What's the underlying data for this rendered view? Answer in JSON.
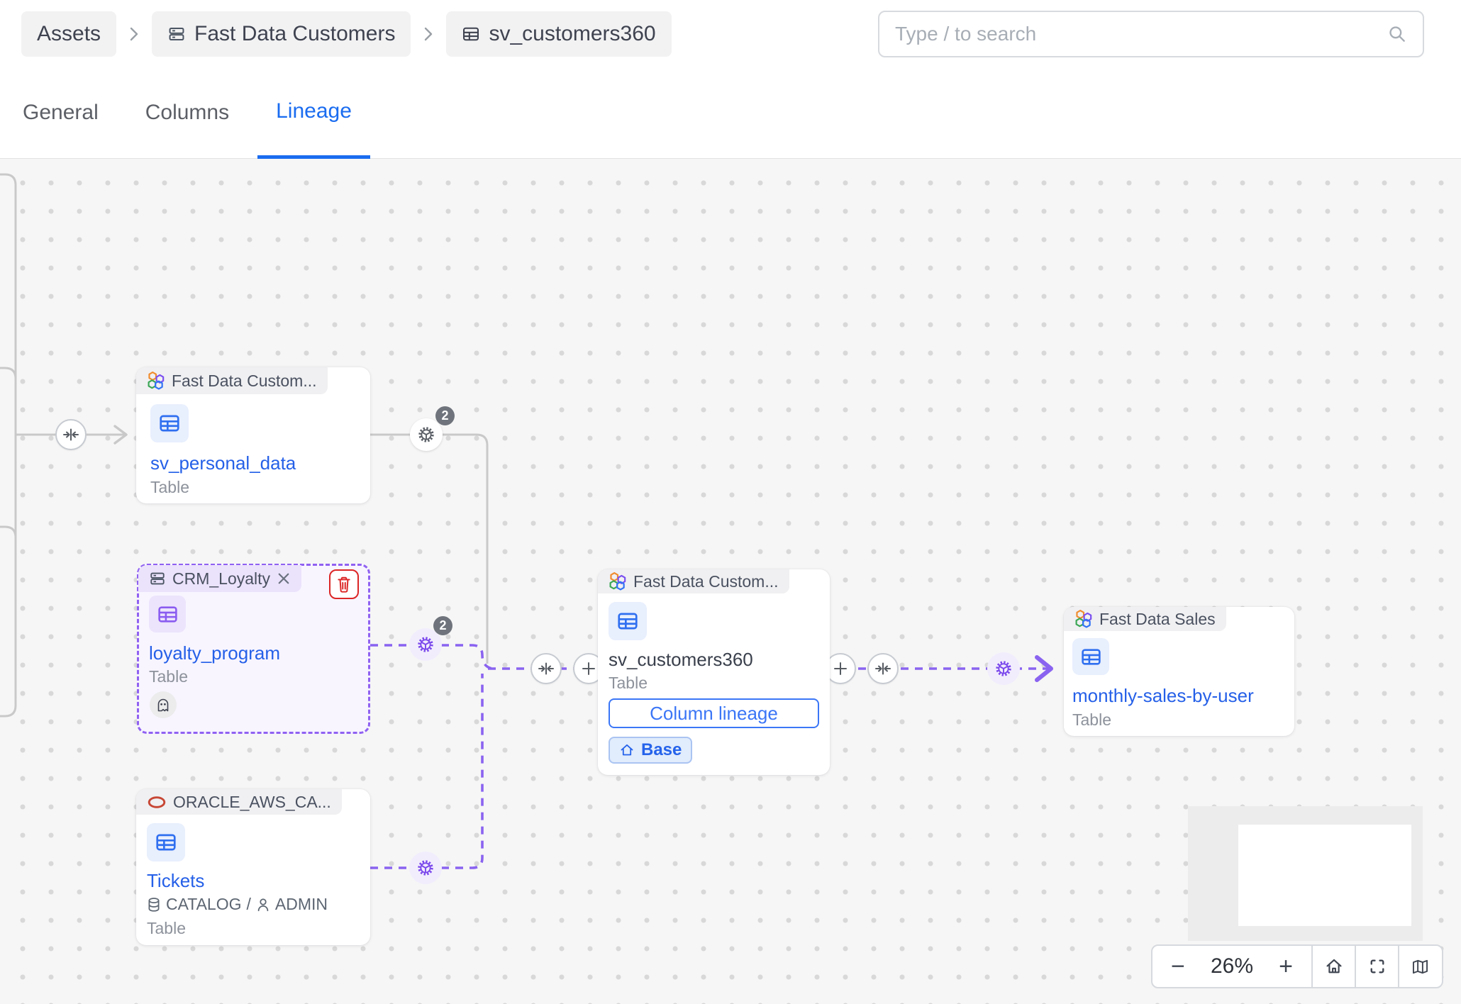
{
  "header": {
    "breadcrumb": {
      "items": [
        {
          "label": "Assets"
        },
        {
          "label": "Fast Data Customers",
          "icon": "schema-stack"
        },
        {
          "label": "sv_customers360",
          "icon": "grid-table"
        }
      ]
    },
    "search": {
      "placeholder": "Type / to search",
      "icon": "magnifier"
    }
  },
  "tabs": [
    {
      "label": "General"
    },
    {
      "label": "Columns"
    },
    {
      "label": "Lineage"
    }
  ],
  "lineage": {
    "nodes": [
      {
        "group": "Fast Data Custom...",
        "title": "sv_personal_data",
        "type": "Table"
      },
      {
        "group": "CRM_Loyalty",
        "title": "loyalty_program",
        "type": "Table"
      },
      {
        "group": "ORACLE_AWS_CA...",
        "title": "Tickets",
        "type": "Table",
        "database": "CATALOG",
        "separator": "/",
        "owner": "ADMIN"
      },
      {
        "group": "Fast Data Custom...",
        "title": "sv_customers360",
        "type": "Table",
        "button": "Column lineage",
        "badge": "Base"
      },
      {
        "group": "Fast Data Sales",
        "title": "monthly-sales-by-user",
        "type": "Table"
      }
    ],
    "process_badges": {
      "personal_data_edge": "2",
      "loyalty_edge": "2"
    },
    "controls": {
      "zoom_out": "−",
      "zoom_level": "26%",
      "zoom_in": "+"
    },
    "colors": {
      "link_blue": "#2560e8",
      "tab_active_blue": "#1a6cf0",
      "button_blue": "#3b76f6",
      "edge_purple": "#8a63f0",
      "edge_gray": "#c9c9c9",
      "oracle_red": "#c74634",
      "trash_red": "#dc2626",
      "badge_gray": "#6f747c"
    },
    "icons": {
      "search": "magnifier",
      "breadcrumb_schema": "schema-stack",
      "table": "grid-table",
      "group": "hexagon-cluster",
      "oracle": "red-oval",
      "process": "gear",
      "collapse": "arrows-to-bar",
      "expand": "plus",
      "ghost": "ghost",
      "delete": "trash",
      "close": "x",
      "home": "house",
      "fit_screen": "corner-brackets",
      "minimap": "folded-map",
      "database": "cylinder",
      "user": "person"
    }
  }
}
